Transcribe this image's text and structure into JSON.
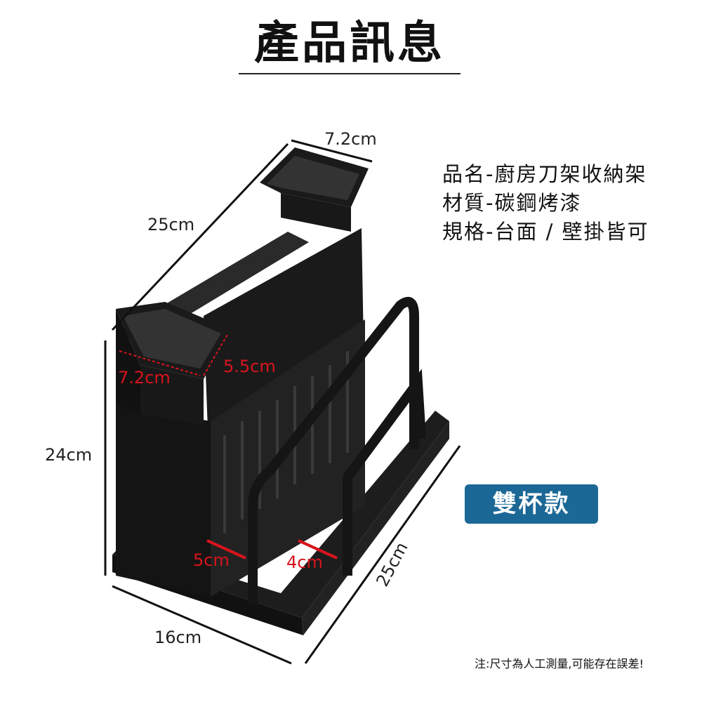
{
  "header": {
    "title": "產品訊息"
  },
  "specs": [
    "品名-廚房刀架收納架",
    "材質-碳鋼烤漆",
    "規格-台面 / 壁掛皆可"
  ],
  "badge": {
    "label": "雙杯款",
    "color": "#1b6896"
  },
  "dimensions": {
    "top_width": "7.2cm",
    "top_length": "25cm",
    "height": "24cm",
    "base_width": "16cm",
    "base_length": "25cm",
    "cup_width": "7.2cm",
    "cup_depth": "5.5cm",
    "slot_gap_1": "5cm",
    "slot_gap_2": "4cm"
  },
  "note": "注:尺寸為人工測量,可能存在誤差!"
}
